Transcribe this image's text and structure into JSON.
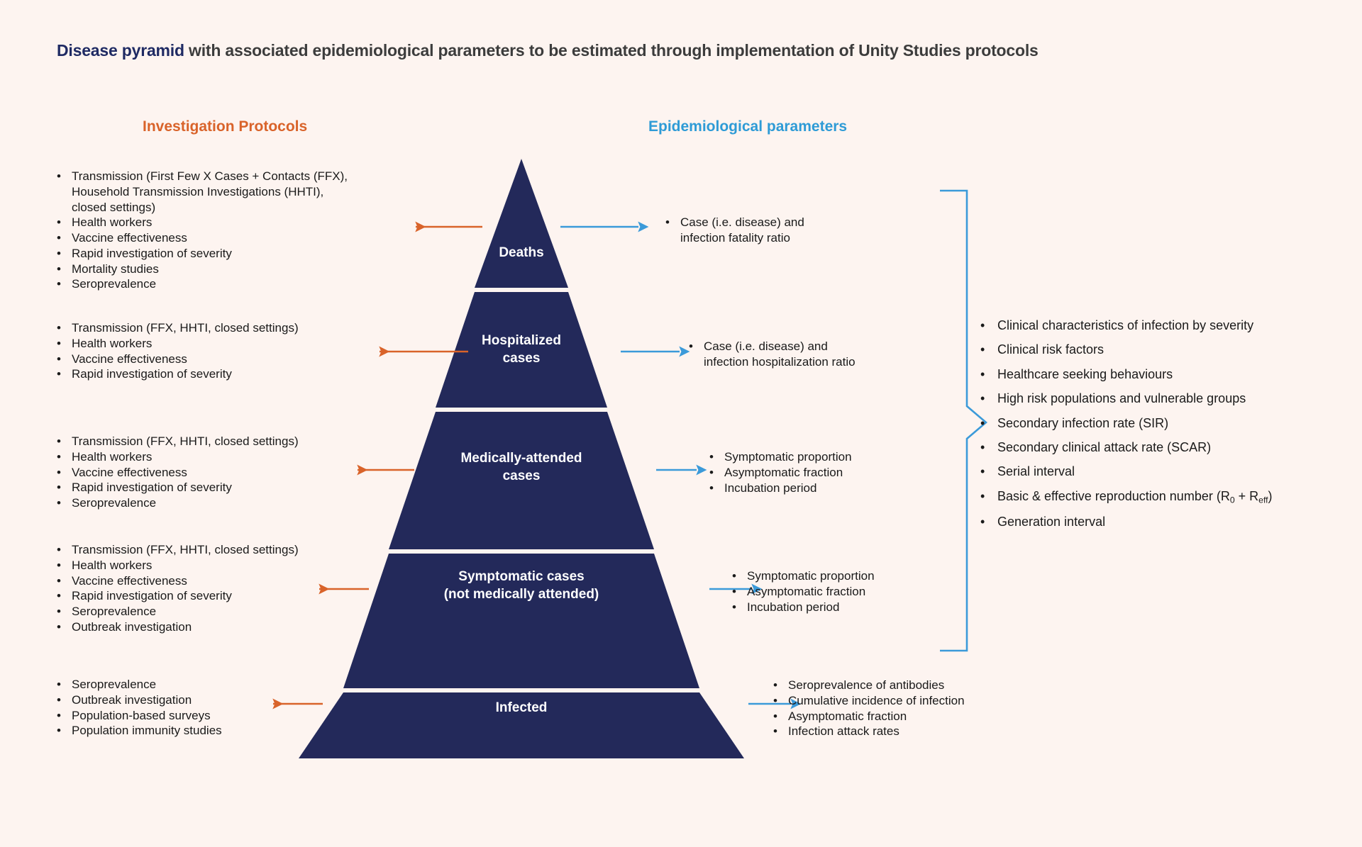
{
  "title": {
    "highlight": "Disease pyramid",
    "rest": " with associated epidemiological parameters to be estimated through implementation of Unity Studies protocols"
  },
  "headers": {
    "protocols": "Investigation Protocols",
    "parameters": "Epidemiological parameters"
  },
  "colors": {
    "background": "#fdf4f0",
    "pyramid": "#23295a",
    "orange": "#d9632a",
    "blue": "#3b9ad9",
    "navy_text": "#1f2a63",
    "body_text": "#1a1a1a"
  },
  "pyramid": {
    "tiers": [
      {
        "id": "deaths",
        "label": "Deaths"
      },
      {
        "id": "hospitalized",
        "label": "Hospitalized\ncases"
      },
      {
        "id": "medically",
        "label": "Medically-attended\ncases"
      },
      {
        "id": "symptomatic",
        "label": "Symptomatic cases\n(not medically attended)"
      },
      {
        "id": "infected",
        "label": "Infected"
      }
    ]
  },
  "protocols": [
    {
      "tier": "deaths",
      "items": [
        "Transmission (First Few X Cases + Contacts (FFX),\nHousehold Transmission Investigations (HHTI),\nclosed settings)",
        "Health workers",
        "Vaccine effectiveness",
        "Rapid investigation of severity",
        "Mortality studies",
        "Seroprevalence"
      ]
    },
    {
      "tier": "hospitalized",
      "items": [
        "Transmission (FFX, HHTI, closed settings)",
        "Health workers",
        "Vaccine effectiveness",
        "Rapid investigation of severity"
      ]
    },
    {
      "tier": "medically",
      "items": [
        "Transmission (FFX, HHTI, closed settings)",
        "Health workers",
        "Vaccine effectiveness",
        "Rapid investigation of severity",
        "Seroprevalence"
      ]
    },
    {
      "tier": "symptomatic",
      "items": [
        "Transmission (FFX, HHTI, closed settings)",
        "Health workers",
        "Vaccine effectiveness",
        "Rapid investigation of severity",
        "Seroprevalence",
        "Outbreak investigation"
      ]
    },
    {
      "tier": "infected",
      "items": [
        "Seroprevalence",
        "Outbreak investigation",
        "Population-based surveys",
        "Population immunity studies"
      ]
    }
  ],
  "parameters": [
    {
      "tier": "deaths",
      "items": [
        "Case (i.e. disease) and\ninfection fatality ratio"
      ]
    },
    {
      "tier": "hospitalized",
      "items": [
        "Case (i.e. disease) and\ninfection hospitalization ratio"
      ]
    },
    {
      "tier": "medically",
      "items": [
        "Symptomatic proportion",
        "Asymptomatic fraction",
        "Incubation period"
      ]
    },
    {
      "tier": "symptomatic",
      "items": [
        "Symptomatic proportion",
        "Asymptomatic fraction",
        "Incubation period"
      ]
    },
    {
      "tier": "infected",
      "items": [
        "Seroprevalence of antibodies",
        "Cumulative incidence of infection",
        "Asymptomatic fraction",
        "Infection attack rates"
      ]
    }
  ],
  "cross_cutting": {
    "items": [
      "Clinical characteristics of infection by severity",
      "Clinical risk factors",
      "Healthcare seeking behaviours",
      "High risk populations and vulnerable groups",
      "Secondary infection rate (SIR)",
      "Secondary clinical attack rate (SCAR)",
      "Serial interval",
      "Basic &amp; effective reproduction number (R<sub>0</sub> + R<sub>eff</sub>)",
      "Generation interval"
    ]
  }
}
